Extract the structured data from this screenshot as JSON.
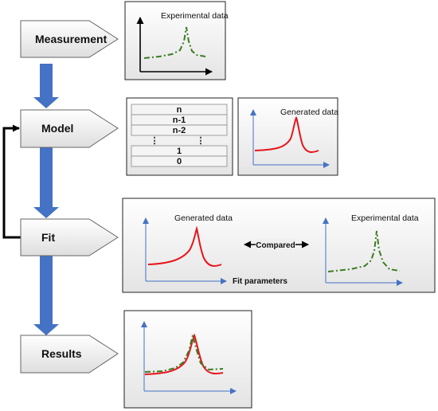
{
  "steps": {
    "measurement": "Measurement",
    "model": "Model",
    "fit": "Fit",
    "results": "Results"
  },
  "panels": {
    "measurement_panel_title": "Experimental data",
    "model_layers": [
      "n",
      "n-1",
      "n-2",
      "⋮",
      "1",
      "0"
    ],
    "model_panel_title": "Generated data",
    "fit_generated_title": "Generated data",
    "fit_compared_label": "Compared",
    "fit_experimental_title": "Experimental data",
    "fit_parameters_label": "Fit parameters"
  },
  "colors": {
    "flow_arrow": "#4472c4",
    "feedback_arrow": "#000000",
    "generated_curve": "#e8141c",
    "experimental_curve": "#3a7d22",
    "axis": "#4472c4"
  }
}
